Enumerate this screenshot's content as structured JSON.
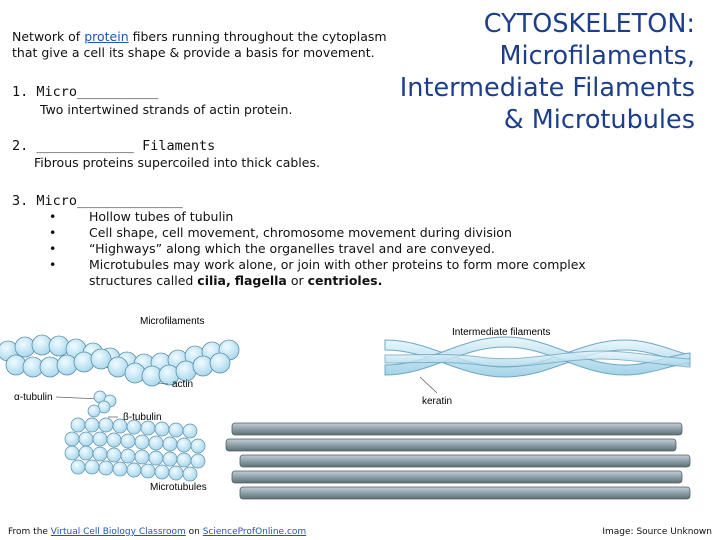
{
  "intro": {
    "before": "Network of ",
    "link": "protein",
    "after_line1": " fibers running throughout the cytoplasm",
    "line2": "that give a cell its shape & provide a basis for movement."
  },
  "title": {
    "line1": "CYTOSKELETON:",
    "line2": "Microfilaments,",
    "line3": "Intermediate Filaments",
    "line4": "& Microtubules"
  },
  "items": [
    {
      "number": "1.",
      "label": "Micro",
      "blank": "__________",
      "desc": "Two intertwined strands of actin protein."
    },
    {
      "number": "2.",
      "blank": "____________",
      "label": " Filaments",
      "desc": "Fibrous proteins supercoiled into thick cables."
    },
    {
      "number": "3.",
      "label": "Micro",
      "blank": "_____________"
    }
  ],
  "bullets": {
    "symbol": "•",
    "b1": "Hollow tubes of tubulin",
    "b2": "Cell shape, cell movement, chromosome movement during division",
    "b3": "“Highways” along which the organelles travel and are conveyed.",
    "b4_text": "Microtubules may work alone, or join with other proteins to form more complex structures called ",
    "b4_cilia": "cilia,",
    "b4_flagella": "flagella",
    "b4_or": " or ",
    "b4_centrioles": "centrioles."
  },
  "figure": {
    "microfilaments": "Microfilaments",
    "actin": "actin",
    "alpha": "α-tubulin",
    "beta": "β-tubulin",
    "intermediate": "Intermediate filaments",
    "keratin": "keratin",
    "microtubules": "Microtubules"
  },
  "footer": {
    "from": "From the ",
    "vcbc": "Virtual Cell Biology Classroom",
    "on": " on ",
    "site": "ScienceProfOnline.com",
    "credit": "Image: Source Unknown"
  },
  "colors": {
    "title": "#1c3f8c",
    "link": "#1f55b8",
    "bead": "#c5e8f7",
    "rod": "#8a9ca3"
  }
}
